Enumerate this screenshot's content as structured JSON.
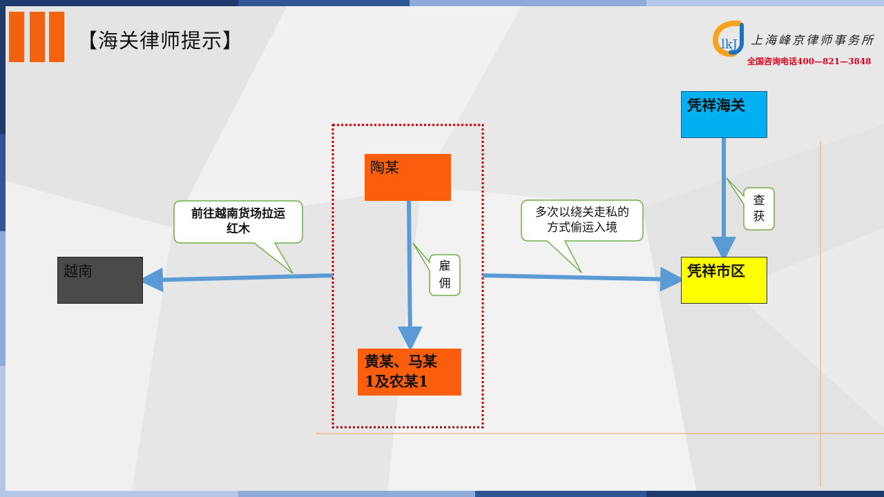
{
  "header": {
    "title": "【海关律师提示】"
  },
  "logo": {
    "mark_text": "lkJ",
    "firm_name": "上海峰京律师事务所",
    "phone": "全国咨询电话400—821—3848"
  },
  "diagram": {
    "nodes": {
      "tao": "陶某",
      "huang_line1": "黄某、马某",
      "huang_line2": "1及农某1",
      "vietnam": "越南",
      "customs": "凭祥海关",
      "city": "凭祥市区"
    },
    "callouts": {
      "vietnam_line1": "前往越南货场拉运",
      "vietnam_line2": "红木",
      "hire_line1": "雇",
      "hire_line2": "佣",
      "smuggle_line1": "多次以绕关走私的",
      "smuggle_line2": "方式偷运入境",
      "seize_line1": "查",
      "seize_line2": "获"
    }
  },
  "colors": {
    "accent_orange": "#f2620f",
    "arrow_blue": "#5b9bd5",
    "callout_border": "#70ad47",
    "dotted_red": "#c00000"
  }
}
